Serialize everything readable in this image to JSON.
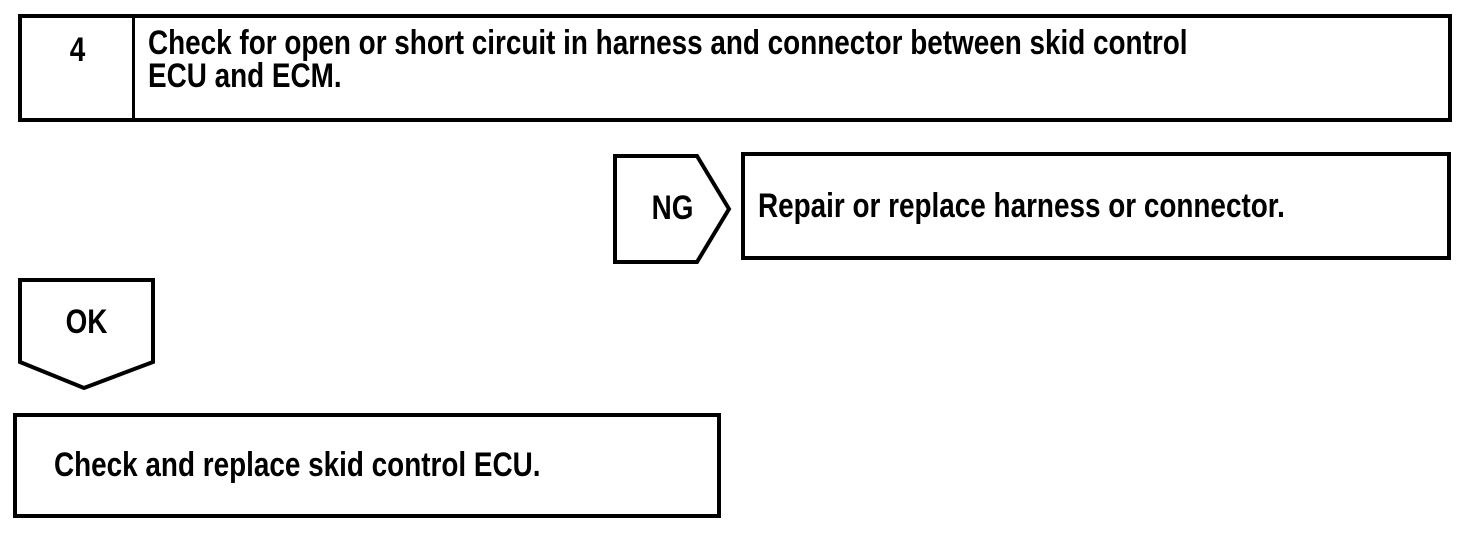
{
  "page": {
    "background": "#ffffff",
    "line_color": "#000000"
  },
  "step": {
    "number": "4",
    "instruction": "Check for open or short circuit in harness and connector between skid control ECU and ECM.",
    "instruction_line1": "Check for open or short circuit in harness and connector between skid control",
    "instruction_line2": "ECU and ECM."
  },
  "branches": {
    "ng": {
      "label": "NG",
      "action": "Repair or replace harness or connector."
    },
    "ok": {
      "label": "OK",
      "action": "Check and replace skid control ECU."
    }
  }
}
